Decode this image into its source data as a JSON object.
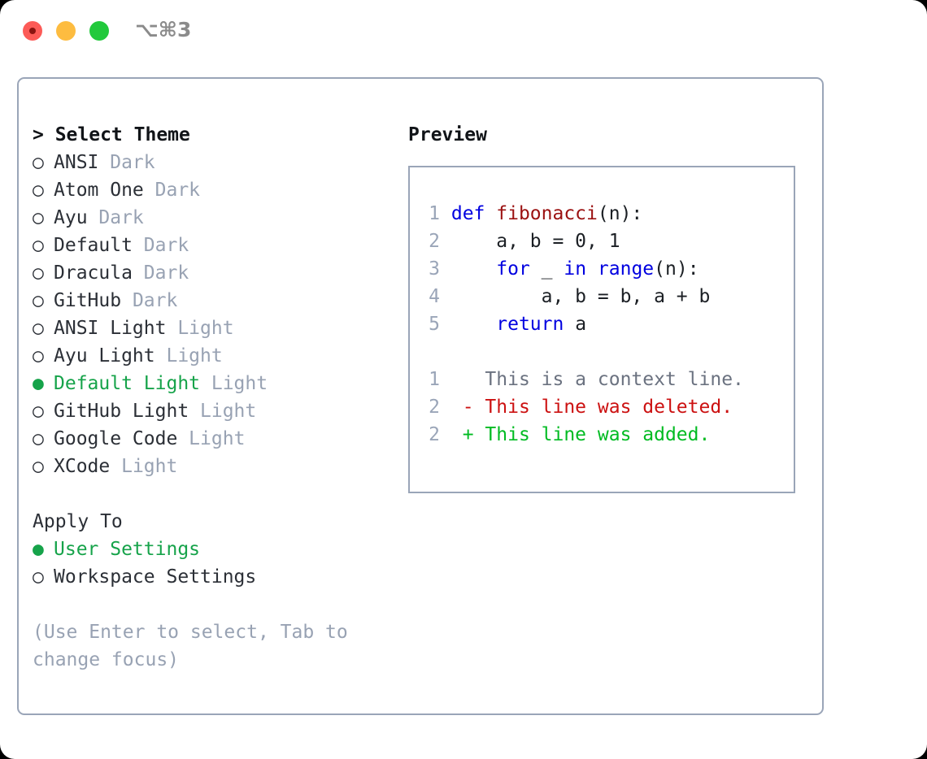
{
  "titlebar": {
    "shortcut": "⌥⌘3",
    "lights": [
      "close-red",
      "minimize-yellow",
      "zoom-green"
    ]
  },
  "theme_list": {
    "header": "> Select Theme",
    "items": [
      {
        "marker": "○",
        "label": "ANSI",
        "suffix": "Dark",
        "selected": false
      },
      {
        "marker": "○",
        "label": "Atom One",
        "suffix": "Dark",
        "selected": false
      },
      {
        "marker": "○",
        "label": "Ayu",
        "suffix": "Dark",
        "selected": false
      },
      {
        "marker": "○",
        "label": "Default",
        "suffix": "Dark",
        "selected": false
      },
      {
        "marker": "○",
        "label": "Dracula",
        "suffix": "Dark",
        "selected": false
      },
      {
        "marker": "○",
        "label": "GitHub",
        "suffix": "Dark",
        "selected": false
      },
      {
        "marker": "○",
        "label": "ANSI Light",
        "suffix": "Light",
        "selected": false
      },
      {
        "marker": "○",
        "label": "Ayu Light",
        "suffix": "Light",
        "selected": false
      },
      {
        "marker": "●",
        "label": "Default Light",
        "suffix": "Light",
        "selected": true
      },
      {
        "marker": "○",
        "label": "GitHub Light",
        "suffix": "Light",
        "selected": false
      },
      {
        "marker": "○",
        "label": "Google Code",
        "suffix": "Light",
        "selected": false
      },
      {
        "marker": "○",
        "label": "XCode",
        "suffix": "Light",
        "selected": false
      }
    ]
  },
  "apply_to": {
    "header": "Apply To",
    "items": [
      {
        "marker": "●",
        "label": "User Settings",
        "selected": true
      },
      {
        "marker": "○",
        "label": "Workspace Settings",
        "selected": false
      }
    ]
  },
  "hint": "(Use Enter to select, Tab to change focus)",
  "preview": {
    "title": "Preview",
    "code_lines": [
      {
        "num": "1",
        "parts": [
          {
            "t": "def ",
            "c": "kw"
          },
          {
            "t": "fibonacci",
            "c": "fn"
          },
          {
            "t": "(n):",
            "c": "plain-code"
          }
        ]
      },
      {
        "num": "2",
        "parts": [
          {
            "t": "    a, b = 0, 1",
            "c": "plain-code"
          }
        ]
      },
      {
        "num": "3",
        "parts": [
          {
            "t": "    ",
            "c": "plain-code"
          },
          {
            "t": "for",
            "c": "kw"
          },
          {
            "t": " _ ",
            "c": "plain-code"
          },
          {
            "t": "in",
            "c": "kw"
          },
          {
            "t": " ",
            "c": "plain-code"
          },
          {
            "t": "range",
            "c": "kw"
          },
          {
            "t": "(n):",
            "c": "plain-code"
          }
        ]
      },
      {
        "num": "4",
        "parts": [
          {
            "t": "        a, b = b, a + b",
            "c": "plain-code"
          }
        ]
      },
      {
        "num": "5",
        "parts": [
          {
            "t": "    ",
            "c": "plain-code"
          },
          {
            "t": "return",
            "c": "kw"
          },
          {
            "t": " a",
            "c": "plain-code"
          }
        ]
      }
    ],
    "diff_lines": [
      {
        "num": "1",
        "sign": "  ",
        "text": "This is a context line.",
        "kind": "diff-context"
      },
      {
        "num": "2",
        "sign": "- ",
        "text": "This line was deleted.",
        "kind": "diff-del"
      },
      {
        "num": "2",
        "sign": "+ ",
        "text": "This line was added.",
        "kind": "diff-add"
      }
    ]
  },
  "colors": {
    "accent_green": "#16a34a",
    "muted": "#98a2b3",
    "border": "#9aa5b8",
    "keyword_blue": "#0000e0",
    "function_red": "#9b1111",
    "diff_add": "#00bb22",
    "diff_del": "#cc1111"
  }
}
